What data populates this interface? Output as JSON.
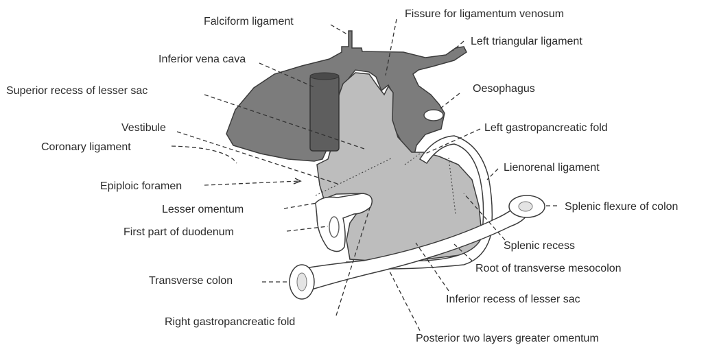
{
  "colors": {
    "liver_dark": "#7c7c7c",
    "sac_light": "#bdbdbd",
    "peritoneum_white": "#ffffff",
    "outline": "#3c3c3c",
    "ivc_fill": "#5e5e5e"
  },
  "labels": {
    "falciform_ligament": "Falciform ligament",
    "fissure_ligamentum_venosum": "Fissure for ligamentum venosum",
    "left_triangular_ligament": "Left triangular ligament",
    "inferior_vena_cava": "Inferior vena cava",
    "superior_recess": "Superior recess of lesser sac",
    "oesophagus": "Oesophagus",
    "vestibule": "Vestibule",
    "left_gastropancreatic_fold": "Left gastropancreatic fold",
    "coronary_ligament": "Coronary ligament",
    "lienorenal_ligament": "Lienorenal ligament",
    "epiploic_foramen": "Epiploic foramen",
    "lesser_omentum": "Lesser omentum",
    "splenic_flexure": "Splenic flexure of colon",
    "first_part_duodenum": "First part of duodenum",
    "splenic_recess": "Splenic recess",
    "root_transverse_mesocolon": "Root of transverse mesocolon",
    "transverse_colon": "Transverse colon",
    "inferior_recess": "Inferior recess of lesser sac",
    "right_gastropancreatic_fold": "Right gastropancreatic fold",
    "posterior_two_layers": "Posterior two layers greater omentum"
  }
}
